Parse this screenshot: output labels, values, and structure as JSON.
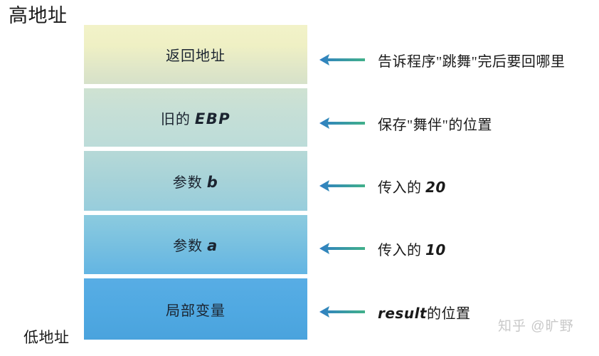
{
  "labels": {
    "high_address": "高地址",
    "low_address": "低地址"
  },
  "stack": {
    "cells": [
      {
        "name": "return-address",
        "label_cn": "返回地址",
        "label_code": ""
      },
      {
        "name": "old-ebp",
        "label_cn": "旧的",
        "label_code": "EBP"
      },
      {
        "name": "param-b",
        "label_cn": "参数",
        "label_code": "b"
      },
      {
        "name": "param-a",
        "label_cn": "参数",
        "label_code": "a"
      },
      {
        "name": "local-variable",
        "label_cn": "局部变量",
        "label_code": ""
      }
    ]
  },
  "annotations": [
    {
      "icon": "left-arrow-icon",
      "text_pre": "",
      "text_code": "",
      "text_post": "告诉程序\"跳舞\"完后要回哪里"
    },
    {
      "icon": "left-arrow-icon",
      "text_pre": "",
      "text_code": "",
      "text_post": "保存\"舞伴\"的位置"
    },
    {
      "icon": "left-arrow-icon",
      "text_pre": "传入的 ",
      "text_code": "20",
      "text_post": ""
    },
    {
      "icon": "left-arrow-icon",
      "text_pre": "传入的 ",
      "text_code": "10",
      "text_post": ""
    },
    {
      "icon": "left-arrow-icon",
      "text_pre": "",
      "text_code": "result",
      "text_post": "的位置"
    }
  ],
  "watermark": {
    "text": "知乎 @旷野"
  },
  "colors": {
    "arrow_head": "#2f7fc4",
    "arrow_tail": "#41b08a",
    "cell_top": "#f2f2c9",
    "cell_bottom": "#4aa3dd",
    "text": "#1a1a1a",
    "watermark": "#c9c9c9"
  }
}
